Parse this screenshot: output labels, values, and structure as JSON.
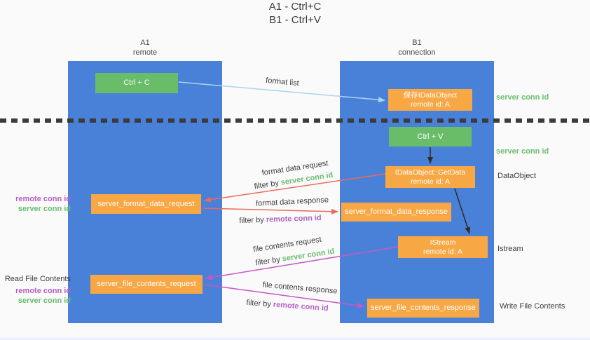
{
  "title": {
    "line1": "A1 - Ctrl+C",
    "line2": "B1 - Ctrl+V"
  },
  "lifelines": {
    "a1": {
      "title": "A1",
      "subtitle": "remote"
    },
    "b1": {
      "title": "B1",
      "subtitle": "connection"
    }
  },
  "nodes": {
    "ctrl_c": {
      "label": "Ctrl + C"
    },
    "save_idataobject": {
      "line1": "保存IDataObject",
      "line2": "remote id: A"
    },
    "ctrl_v": {
      "label": "Ctrl + V"
    },
    "idataobject_getdata": {
      "line1": "IDataObject::GetData",
      "line2": "remote id: A"
    },
    "server_format_data_request": {
      "label": "server_format_data_request"
    },
    "server_format_data_response": {
      "label": "server_format_data_response"
    },
    "istream": {
      "line1": "IStream",
      "line2": "remote id: A"
    },
    "server_file_contents_request": {
      "label": "server_file_contents_request"
    },
    "server_file_contents_response": {
      "label": "server_file_contents_response"
    }
  },
  "arrow_labels": {
    "format_list": "format list",
    "format_data_request": "format data request",
    "format_data_response": "format data response",
    "file_contents_request": "file contents request",
    "file_contents_response": "file contents response",
    "filter_by": "filter by",
    "server_conn_id": "server conn id",
    "remote_conn_id": "remote conn id"
  },
  "side_labels": {
    "server_conn_id_top": "server conn id",
    "server_conn_id_mid": "server conn id",
    "dataobject": "DataObject",
    "istream": "Istream",
    "write_file_contents": "Write File Contents",
    "read_file_contents": "Read File Contents",
    "remote_conn_id": "remote conn id",
    "server_conn_id": "server conn id"
  },
  "colors": {
    "column_blue": "#4a81d8",
    "node_orange": "#f7a744",
    "node_green": "#69bd69",
    "arrow_black": "#2e2e2e",
    "arrow_salmon": "#e96a5f",
    "arrow_magenta": "#c558c5",
    "arrow_light_blue": "#a9d4f2",
    "text_green": "#6abe6e",
    "text_purple": "#b35fc4",
    "text_dark": "#3c3c3c",
    "dash_color": "#3b3b3b"
  }
}
